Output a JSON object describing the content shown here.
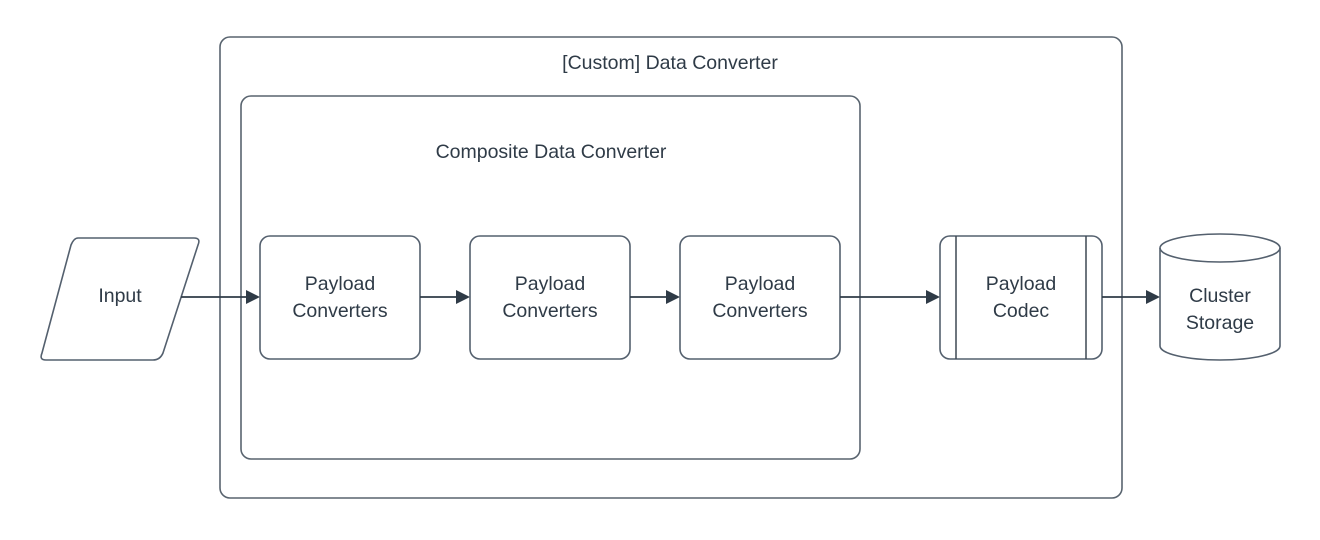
{
  "diagram": {
    "type": "flowchart",
    "title_outer": "[Custom] Data Converter",
    "title_inner": "Composite Data Converter",
    "colors": {
      "stroke": "#54606e",
      "text": "#2f3b47",
      "background": "#ffffff",
      "connector": "#2f3b47"
    },
    "nodes": {
      "input": {
        "label": "Input",
        "shape": "parallelogram"
      },
      "converter_1": {
        "label_line_1": "Payload",
        "label_line_2": "Converters",
        "shape": "rounded-rectangle"
      },
      "converter_2": {
        "label_line_1": "Payload",
        "label_line_2": "Converters",
        "shape": "rounded-rectangle"
      },
      "converter_3": {
        "label_line_1": "Payload",
        "label_line_2": "Converters",
        "shape": "rounded-rectangle"
      },
      "payload_codec": {
        "label_line_1": "Payload",
        "label_line_2": "Codec",
        "shape": "predefined-process"
      },
      "cluster_storage": {
        "label_line_1": "Cluster",
        "label_line_2": "Storage",
        "shape": "cylinder"
      }
    },
    "edges": [
      {
        "from": "input",
        "to": "converter_1"
      },
      {
        "from": "converter_1",
        "to": "converter_2"
      },
      {
        "from": "converter_2",
        "to": "converter_3"
      },
      {
        "from": "converter_3",
        "to": "payload_codec"
      },
      {
        "from": "payload_codec",
        "to": "cluster_storage"
      }
    ]
  }
}
